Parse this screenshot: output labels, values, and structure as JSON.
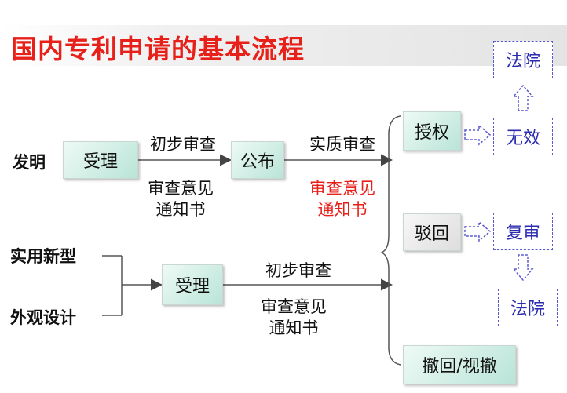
{
  "title": "国内专利申请的基本流程",
  "left_labels": {
    "invention": "发明",
    "utility": "实用新型",
    "design": "外观设计"
  },
  "boxes": {
    "accept_top": "受理",
    "publish": "公布",
    "accept_bottom": "受理",
    "grant": "授权",
    "reject": "驳回",
    "withdraw": "撤回/视撤",
    "invalid": "无效",
    "court_top": "法院",
    "review": "复审",
    "court_bottom": "法院"
  },
  "arrow_labels": {
    "prelim_top": "初步审查",
    "notice_top_1": "审查意见",
    "notice_top_2": "通知书",
    "substantive": "实质审查",
    "notice_mid_1": "审查意见",
    "notice_mid_2": "通知书",
    "prelim_bottom": "初步审查",
    "notice_bot_1": "审查意见",
    "notice_bot_2": "通知书"
  },
  "colors": {
    "title": "#e8201a",
    "highlight": "#e8201a",
    "dashed": "#5a5ad0",
    "box_teal": "#b9e4d7"
  }
}
